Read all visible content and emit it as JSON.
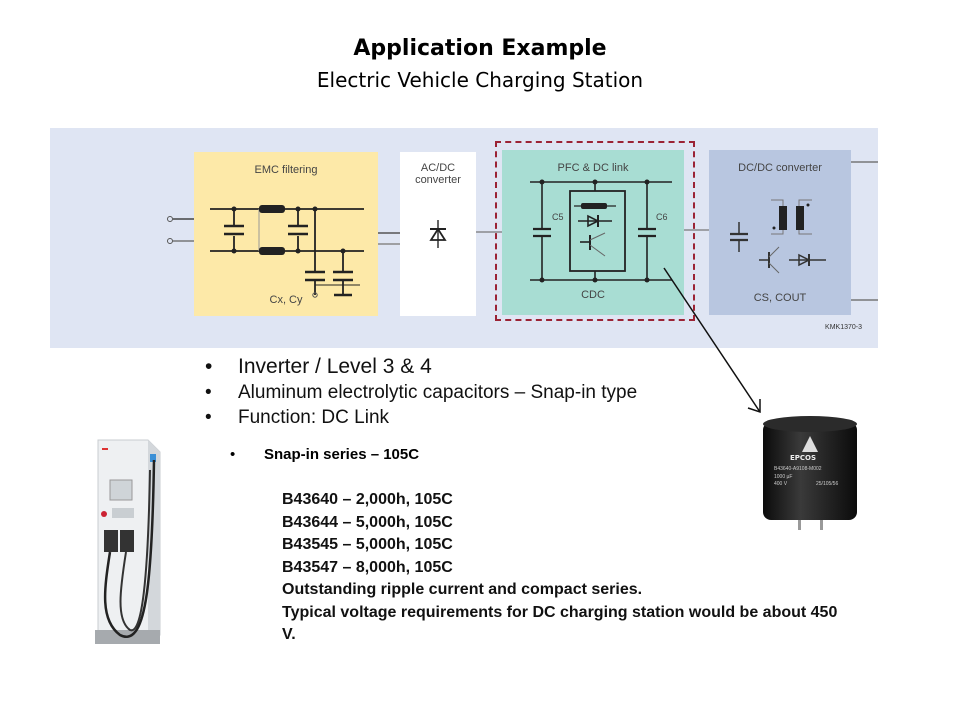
{
  "header": {
    "title": "Application Example",
    "subtitle": "Electric Vehicle Charging Station"
  },
  "diagram": {
    "blocks": [
      {
        "label": "EMC filtering",
        "component_label": "Cx, Cy",
        "color": "#fde9a8"
      },
      {
        "label_line1": "AC/DC",
        "label_line2": "converter",
        "color": "#ffffff"
      },
      {
        "label": "PFC & DC link",
        "component_label": "CDC",
        "c_left": "C5",
        "c_right": "C6",
        "color": "#a8ddd3",
        "highlighted": true
      },
      {
        "label": "DC/DC converter",
        "component_label": "CS, COUT",
        "color": "#b8c6e0"
      }
    ],
    "figure_code": "KMK1370-3",
    "highlight_color": "#9b2335",
    "background_color": "#dfe5f3"
  },
  "bullets": [
    "Inverter  / Level 3 & 4",
    "Aluminum electrolytic capacitors – Snap-in type",
    "Function: DC Link"
  ],
  "sub_bullet": "Snap-in series – 105C",
  "series": [
    "B43640 – 2,000h, 105C",
    "B43644 – 5,000h, 105C",
    "B43545 – 5,000h, 105C",
    "B43547 – 8,000h, 105C"
  ],
  "notes": [
    "Outstanding  ripple  current and compact series.",
    "Typical voltage  requirements for DC  charging  station would be about  450 V."
  ],
  "images": {
    "charger": "ev-charging-station",
    "capacitor": {
      "brand": "EPCOS",
      "part_text": "B43640-A9108-M002",
      "rating1": "1000 µF",
      "rating2": "400 V",
      "rating3": "25/105/56"
    }
  }
}
